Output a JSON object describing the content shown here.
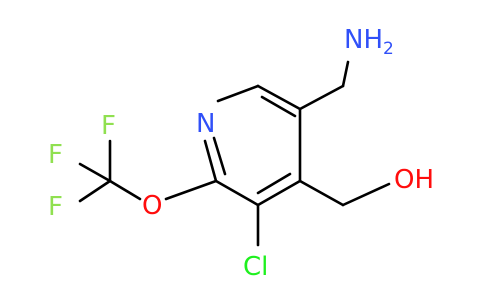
{
  "molecule": {
    "atom_labels": {
      "amine_n": "NH",
      "amine_subscript": "2",
      "ring_n": "N",
      "hydroxyl": "OH",
      "ether_o": "O",
      "chlorine": "Cl",
      "fluorine_1": "F",
      "fluorine_2": "F",
      "fluorine_3": "F"
    },
    "colors": {
      "bond": "#000000",
      "nitrogen": "#3050f8",
      "oxygen": "#ff0d0d",
      "chlorine": "#1ff01f",
      "fluorine": "#90e050"
    }
  }
}
